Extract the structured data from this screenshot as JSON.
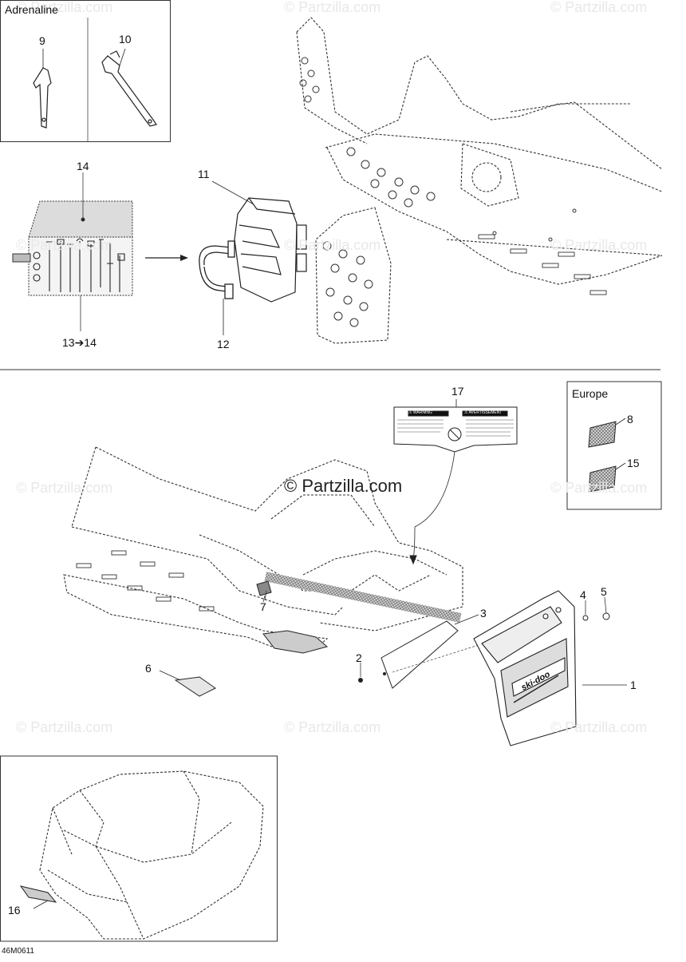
{
  "watermark": {
    "text": "© Partzilla.com",
    "main_text": "© Partzilla.com"
  },
  "boxes": {
    "adrenaline_title": "Adrenaline",
    "europe_title": "Europe"
  },
  "callouts": {
    "c1": "1",
    "c2": "2",
    "c3": "3",
    "c4": "4",
    "c5": "5",
    "c6": "6",
    "c7": "7",
    "c8": "8",
    "c9": "9",
    "c10": "10",
    "c11": "11",
    "c12": "12",
    "c13_14": "13➔14",
    "c14": "14",
    "c15": "15",
    "c16": "16",
    "c17": "17"
  },
  "decal_text": {
    "left_heading": "⚠ WARNING",
    "right_heading": "⚠ AVERTISSEMENT",
    "brand": "ski-doo"
  },
  "diagram_code": "46M0611"
}
